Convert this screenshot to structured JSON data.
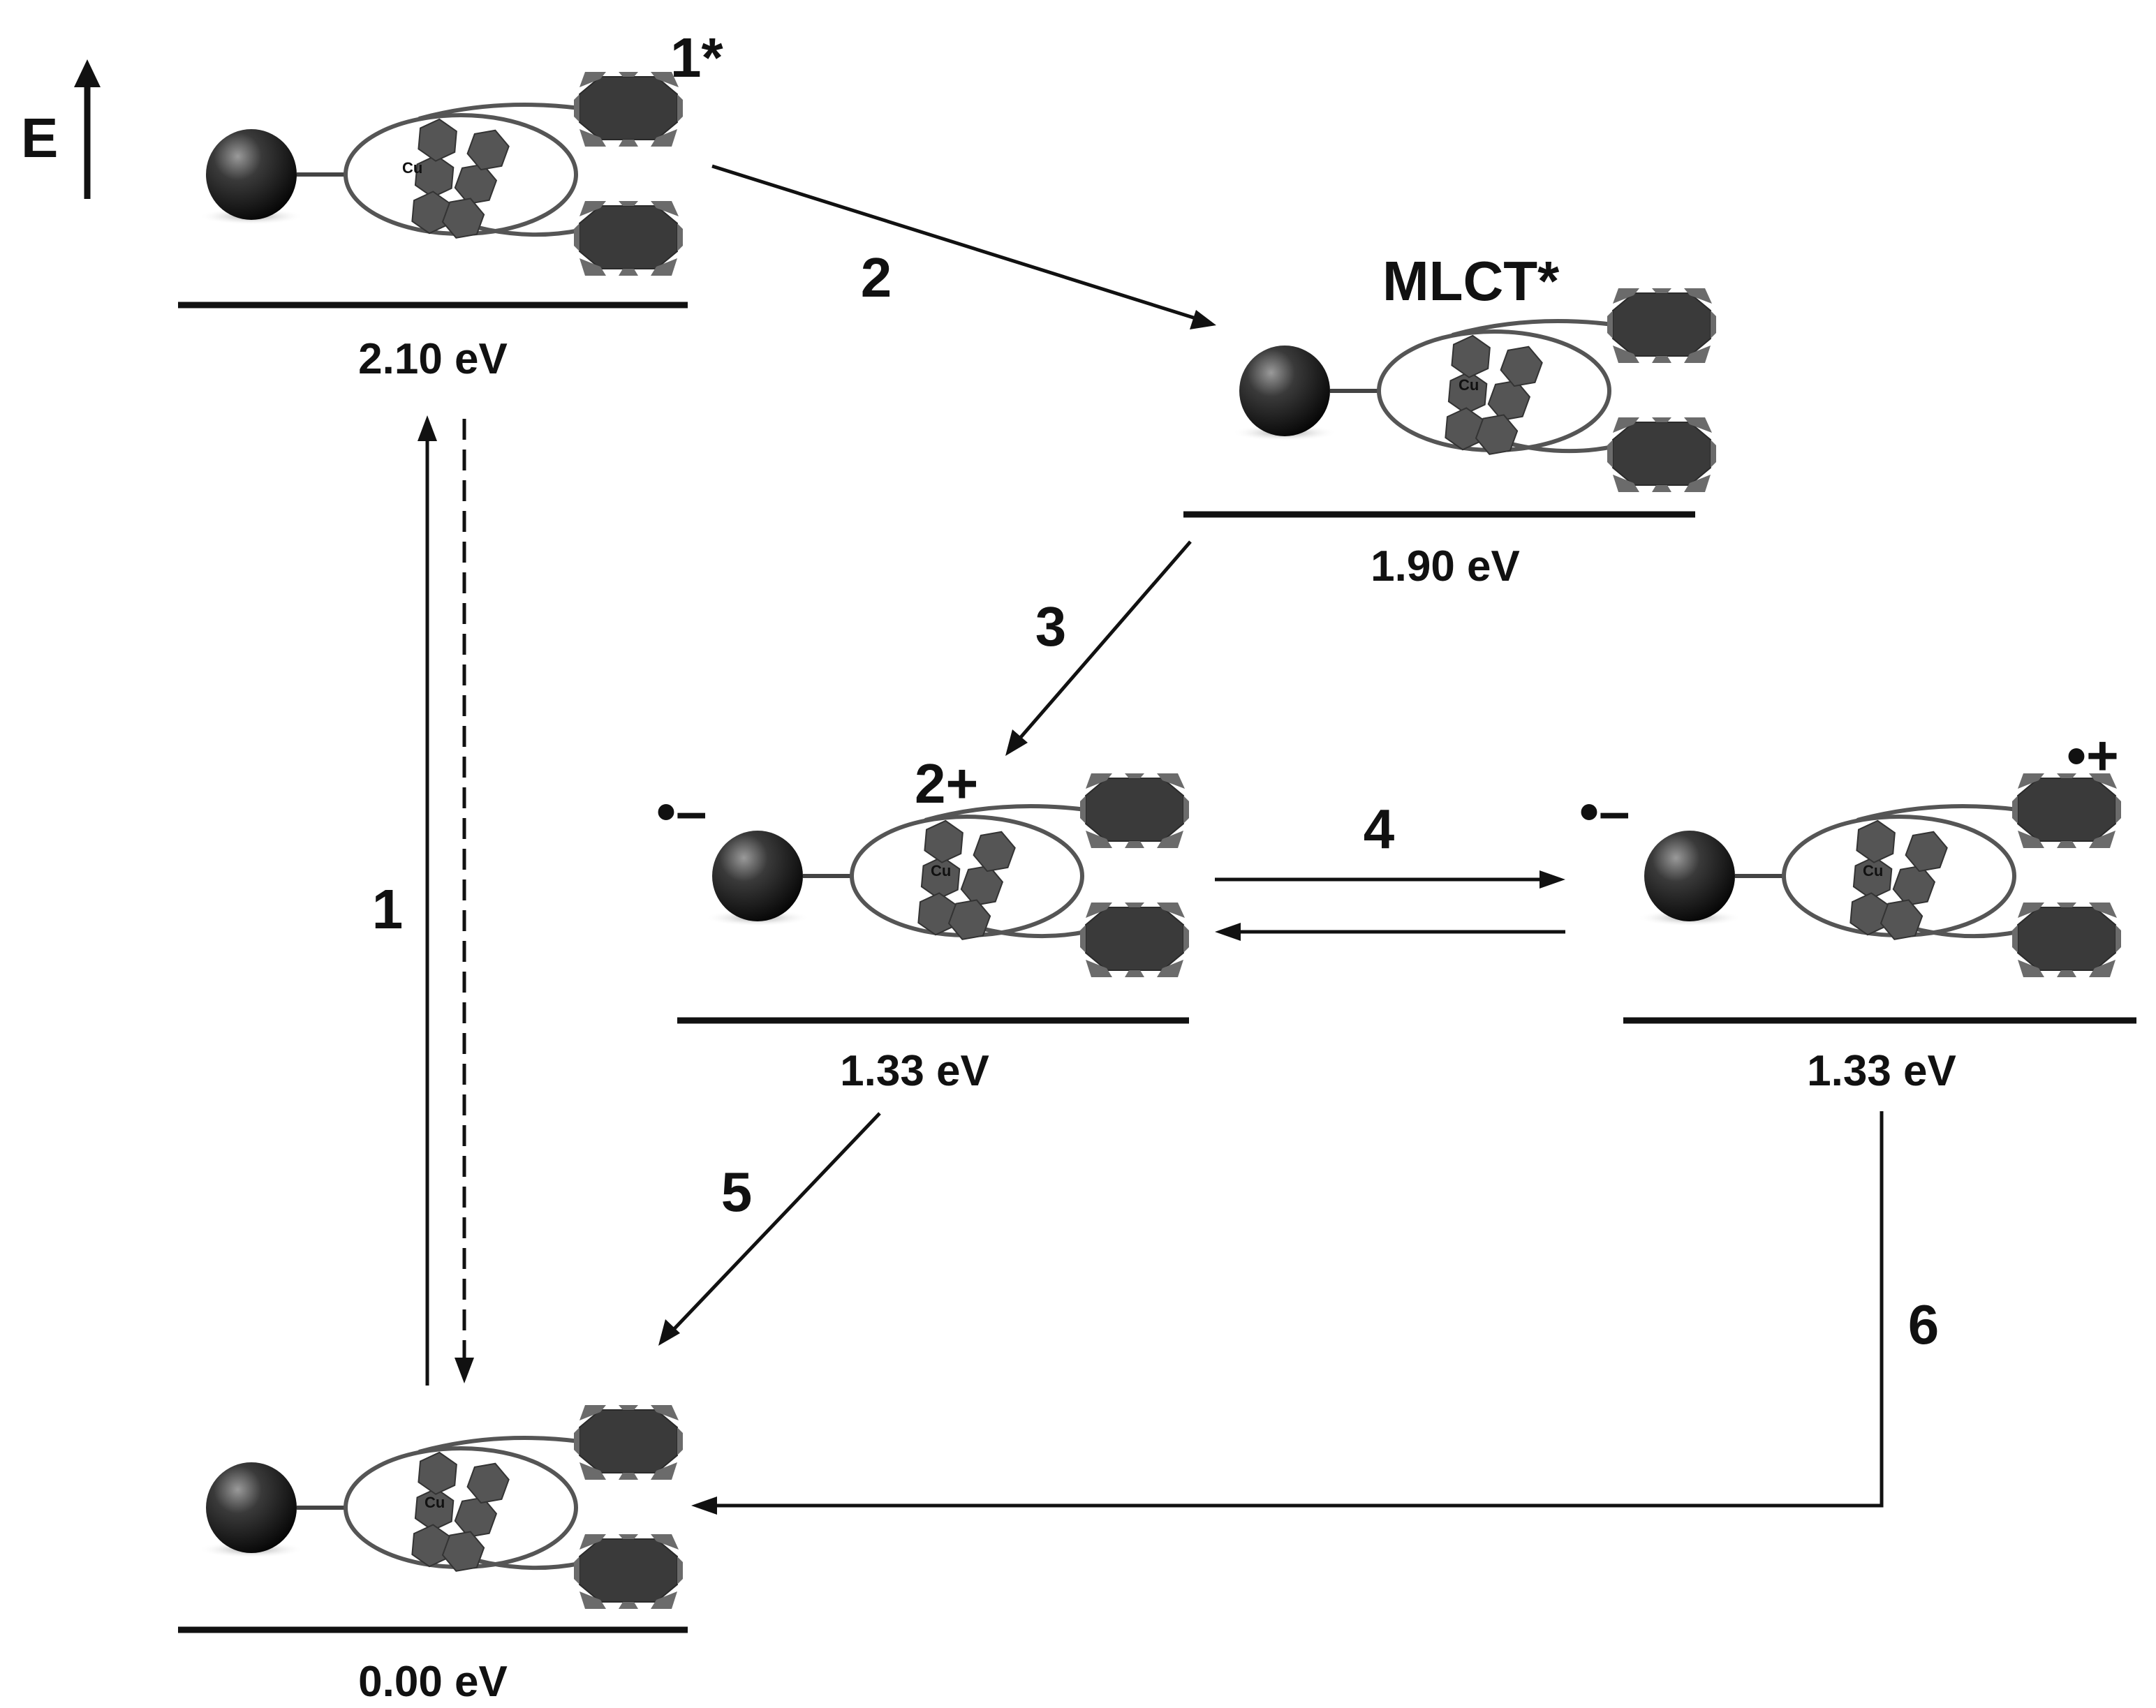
{
  "axis": {
    "label": "E"
  },
  "states": [
    {
      "id": "excited",
      "tag": "1*",
      "energy": "2.10 eV",
      "metal": "Cu"
    },
    {
      "id": "mlct",
      "tag": "MLCT*",
      "energy": "1.90  eV",
      "metal": "Cu"
    },
    {
      "id": "cs1",
      "tag": "2+",
      "charge": "•–",
      "energy": "1.33 eV",
      "metal": "Cu"
    },
    {
      "id": "cs2",
      "charge": "•–",
      "charge2": "•+",
      "energy": "1.33 eV",
      "metal": "Cu"
    },
    {
      "id": "ground",
      "energy": "0.00 eV",
      "metal": "Cu"
    }
  ],
  "steps": [
    "1",
    "2",
    "3",
    "4",
    "5",
    "6"
  ],
  "colors": {
    "ink": "#111111",
    "ligand": "#555555",
    "porphyrin": "#3a3a3a",
    "porphyrin_edge": "#777777"
  }
}
